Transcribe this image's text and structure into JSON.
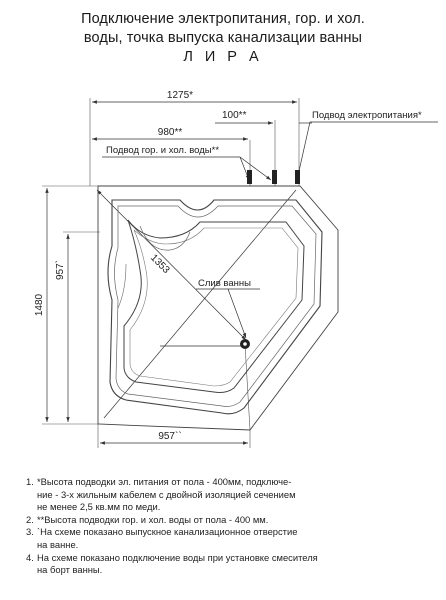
{
  "title": {
    "line1": "Подключение электропитания, гор. и хол.",
    "line2": "воды, точка выпуска канализации ванны",
    "line3": "Л И Р А"
  },
  "dimensions": {
    "width_total": "1275*",
    "power_offset": "100**",
    "water_width": "980**",
    "diagonal": "1353",
    "inner_height": "957`",
    "total_height": "1480",
    "bottom_width": "957``"
  },
  "labels": {
    "power_supply": "Подвод электропитания*",
    "water_supply": "Подвод гор. и хол. воды**",
    "drain": "Слив ванны"
  },
  "notes": [
    {
      "num": "1.",
      "lines": [
        "*Высота подводки эл. питания от пола - 400мм, подключе-",
        "ние - 3-х жильным кабелем с двойной изоляцией сечением",
        "не менее 2,5 кв.мм по меди."
      ]
    },
    {
      "num": "2.",
      "lines": [
        "**Высота подводки гор. и хол. воды от пола - 400 мм."
      ]
    },
    {
      "num": "3.",
      "lines": [
        "`На схеме показано выпускное канализационное отверстие",
        " на ванне."
      ]
    },
    {
      "num": "4.",
      "lines": [
        "На схеме показано подключение воды при установке смесителя",
        "на борт ванны."
      ]
    }
  ]
}
